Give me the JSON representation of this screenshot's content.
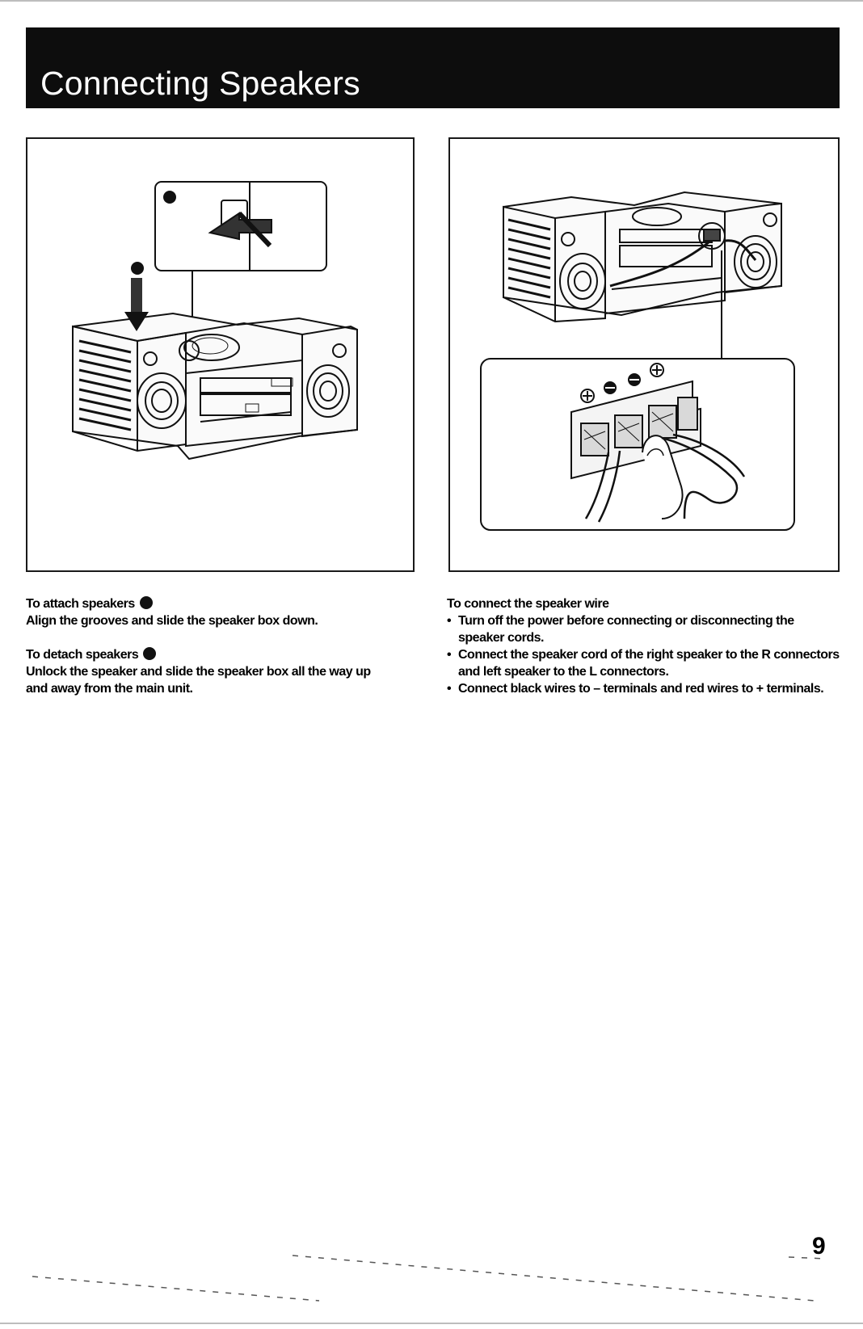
{
  "page": {
    "title": "Connecting Speakers",
    "page_number": "9"
  },
  "left_section": {
    "attach_heading": "To attach speakers",
    "attach_text": "Align the grooves and slide the speaker box down.",
    "detach_heading": "To detach speakers",
    "detach_text_line1": "Unlock the speaker and slide the speaker box all the way up",
    "detach_text_line2": "and away from the main unit."
  },
  "right_section": {
    "heading": "To connect the speaker wire",
    "bullets": [
      "Turn off the power before connecting or disconnecting the speaker cords.",
      "Connect the speaker cord of the right speaker to the R connectors and left speaker to the L connectors.",
      "Connect black wires to – terminals and red wires to + terminals."
    ]
  },
  "icons": {
    "step_marker": "filled-circle-icon",
    "down_arrow": "down-arrow-icon",
    "plus_terminal": "plus-icon",
    "minus_terminal": "minus-icon"
  }
}
